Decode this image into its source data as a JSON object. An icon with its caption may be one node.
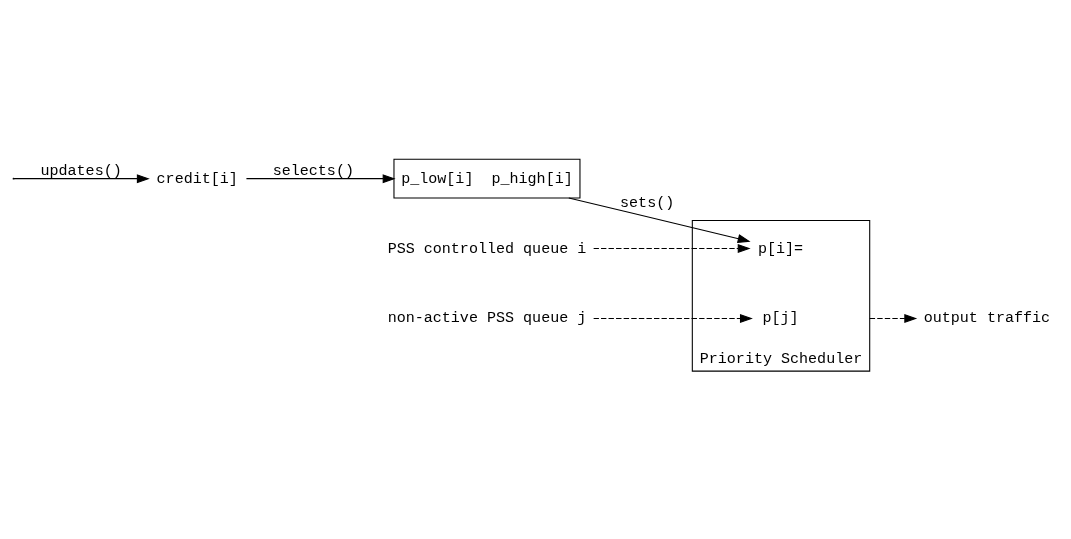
{
  "diagram": {
    "nodes": [
      {
        "text": [
          "PSS controlled queue i"
        ]
      },
      {
        "text": [
          "non-active PSS queue j"
        ]
      },
      {
        "text": [
          "Priority Scheduler"
        ]
      },
      {
        "text": [
          "p[i]="
        ],
        "in": 2
      },
      {
        "text": [
          "p[j]"
        ],
        "in": 2
      },
      {
        "text": [
          "p_low[i]  p_high[i]"
        ]
      },
      {
        "text": [
          "credit[i]"
        ]
      },
      {
        "text": [
          "output traffic"
        ]
      }
    ],
    "edges": [
      {
        "from": 0,
        "to": 3,
        "arrow": "to",
        "style": "dashed"
      },
      {
        "from": 1,
        "to": 4,
        "arrow": "to",
        "style": "dashed"
      },
      {
        "from": 5,
        "to": 3,
        "arrow": "to",
        "label": "sets()"
      },
      {
        "from": 6,
        "to": 5,
        "arrow": "to",
        "label": "selects()"
      },
      {
        "from": null,
        "to": 6,
        "arrow": "to",
        "label": "updates()"
      },
      {
        "from": 2,
        "to": 7,
        "arrow": "to",
        "style": "dashed"
      }
    ]
  }
}
